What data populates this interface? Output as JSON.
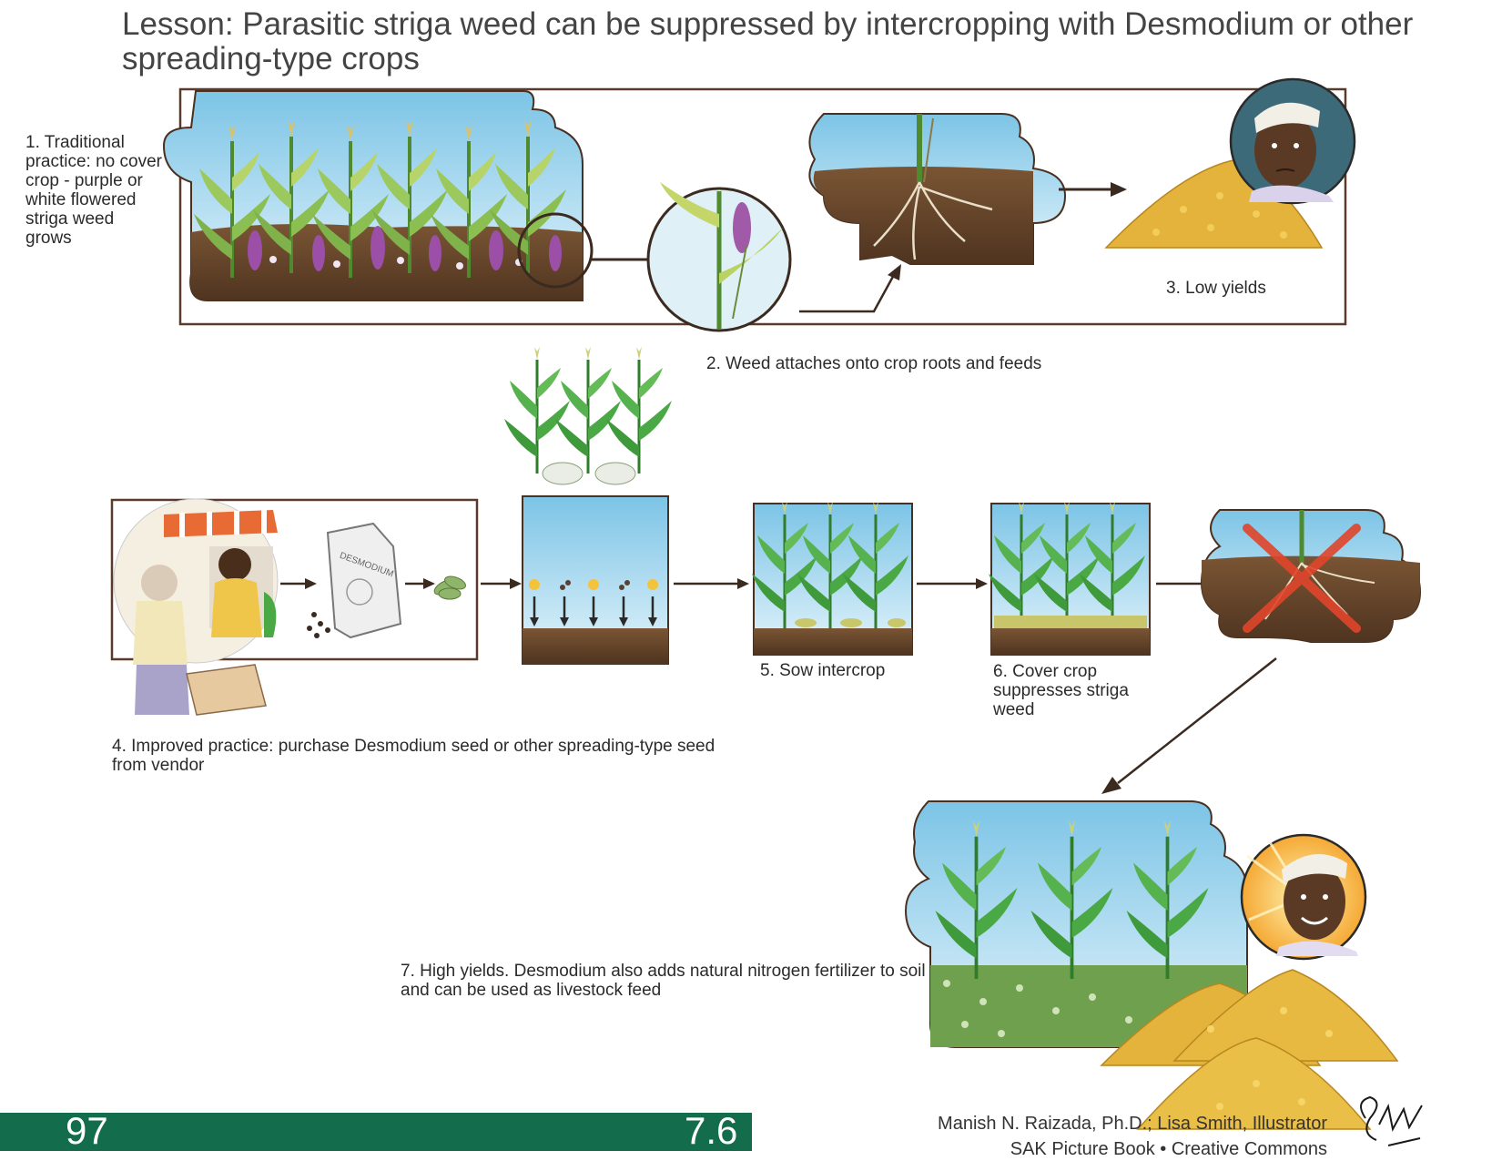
{
  "title": "Lesson: Parasitic striga weed can be suppressed by intercropping with Desmodium or other spreading-type crops",
  "steps": {
    "s1": "1. Traditional practice: no cover crop - purple or white flowered striga weed grows",
    "s2": "2. Weed attaches onto crop roots and feeds",
    "s3": "3. Low yields",
    "s4": "4. Improved practice: purchase Desmodium seed or other spreading-type seed from vendor",
    "s5": "5. Sow intercrop",
    "s6": "6. Cover crop suppresses striga weed",
    "s7": "7. High yields. Desmodium also adds natural nitrogen fertilizer to soil and can be used as livestock feed"
  },
  "seed_bag_label": "DESMODIUM",
  "footer": {
    "page_number": "97",
    "section": "7.6",
    "credit_line1": "Manish N. Raizada, Ph.D.; Lisa Smith, Illustrator",
    "credit_line2": "SAK Picture Book • Creative Commons"
  },
  "colors": {
    "footer_green": "#136c4b",
    "sky": "#9fd3ea",
    "soil": "#6b4a2e",
    "corn_leaf": "#6aa84f",
    "striga_flower": "#9b4fa6",
    "grain": "#e3b33c",
    "cross_red": "#e0452b"
  },
  "icons": [
    "arrow-right-icon",
    "cross-out-icon",
    "farmer-sad-portrait",
    "farmer-happy-portrait",
    "seed-bag-icon",
    "grain-pile-icon",
    "signature-mark"
  ]
}
